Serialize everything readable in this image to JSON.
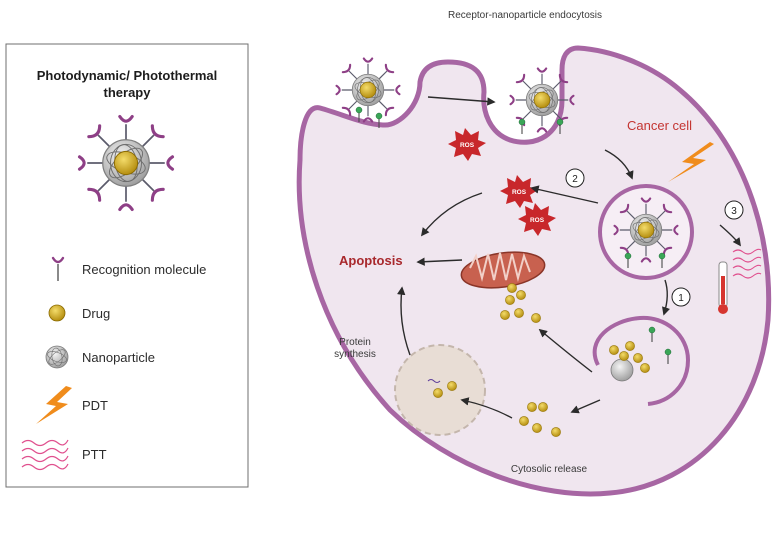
{
  "legend": {
    "title_line1": "Photodynamic/ Photothermal",
    "title_line2": "therapy",
    "items": [
      {
        "icon": "recognition-molecule-icon",
        "label": "Recognition molecule"
      },
      {
        "icon": "drug-icon",
        "label": "Drug"
      },
      {
        "icon": "nanoparticle-icon",
        "label": "Nanoparticle"
      },
      {
        "icon": "pdt-lightning-icon",
        "label": "PDT"
      },
      {
        "icon": "ptt-heat-waves-icon",
        "label": "PTT"
      }
    ]
  },
  "diagram": {
    "top_label": "Receptor-nanoparticle endocytosis",
    "cancer_cell": "Cancer cell",
    "apoptosis": "Apoptosis",
    "protein_synthesis_line1": "Protein",
    "protein_synthesis_line2": "synthesis",
    "cytosolic_release": "Cytosolic release",
    "ros": "ROS",
    "steps": [
      "1",
      "2",
      "3"
    ]
  },
  "colors": {
    "cell_fill": "#f0e6ef",
    "cell_border": "#a766a3",
    "recognition": "#8e3f86",
    "drug": "#d9b32c",
    "ros": "#c8272b",
    "pdt": "#f08c1c",
    "ptt": "#e0508e"
  }
}
